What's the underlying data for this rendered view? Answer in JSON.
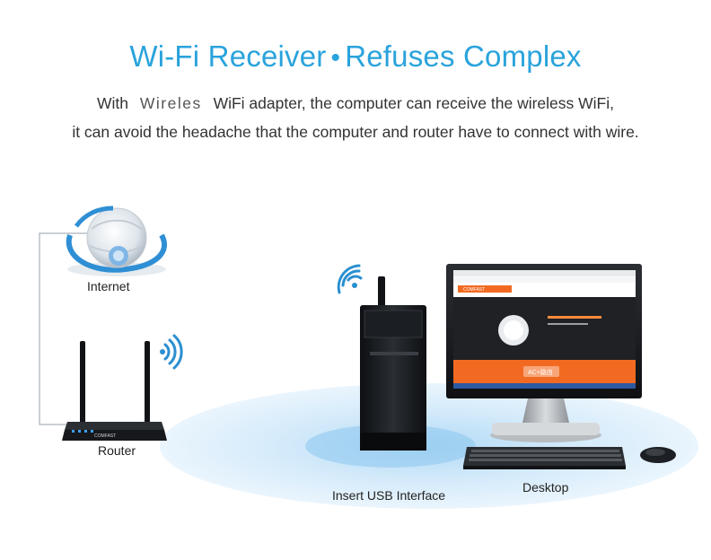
{
  "header": {
    "title_left": "Wi-Fi Receiver",
    "title_separator": "•",
    "title_right": "Refuses Complex",
    "line1_start": "With",
    "line1_mid": "Wireles",
    "line1_end": "WiFi adapter, the computer can receive the wireless WiFi,",
    "line2": "it can avoid the headache that the computer and router have to connect with wire."
  },
  "diagram": {
    "internet_label": "Internet",
    "router_label": "Router",
    "router_brand": "COMFAST",
    "usb_label": "Insert USB Interface",
    "desktop_label": "Desktop",
    "screen_brand": "COMFAST",
    "screen_banner": "AC+路由"
  },
  "colors": {
    "title": "#2aa3dc",
    "ellipse_outer": "#d6ecfb",
    "ellipse_inner": "#a9d6f5",
    "wifi": "#2a8fd0",
    "screen_orange": "#f26a21"
  }
}
